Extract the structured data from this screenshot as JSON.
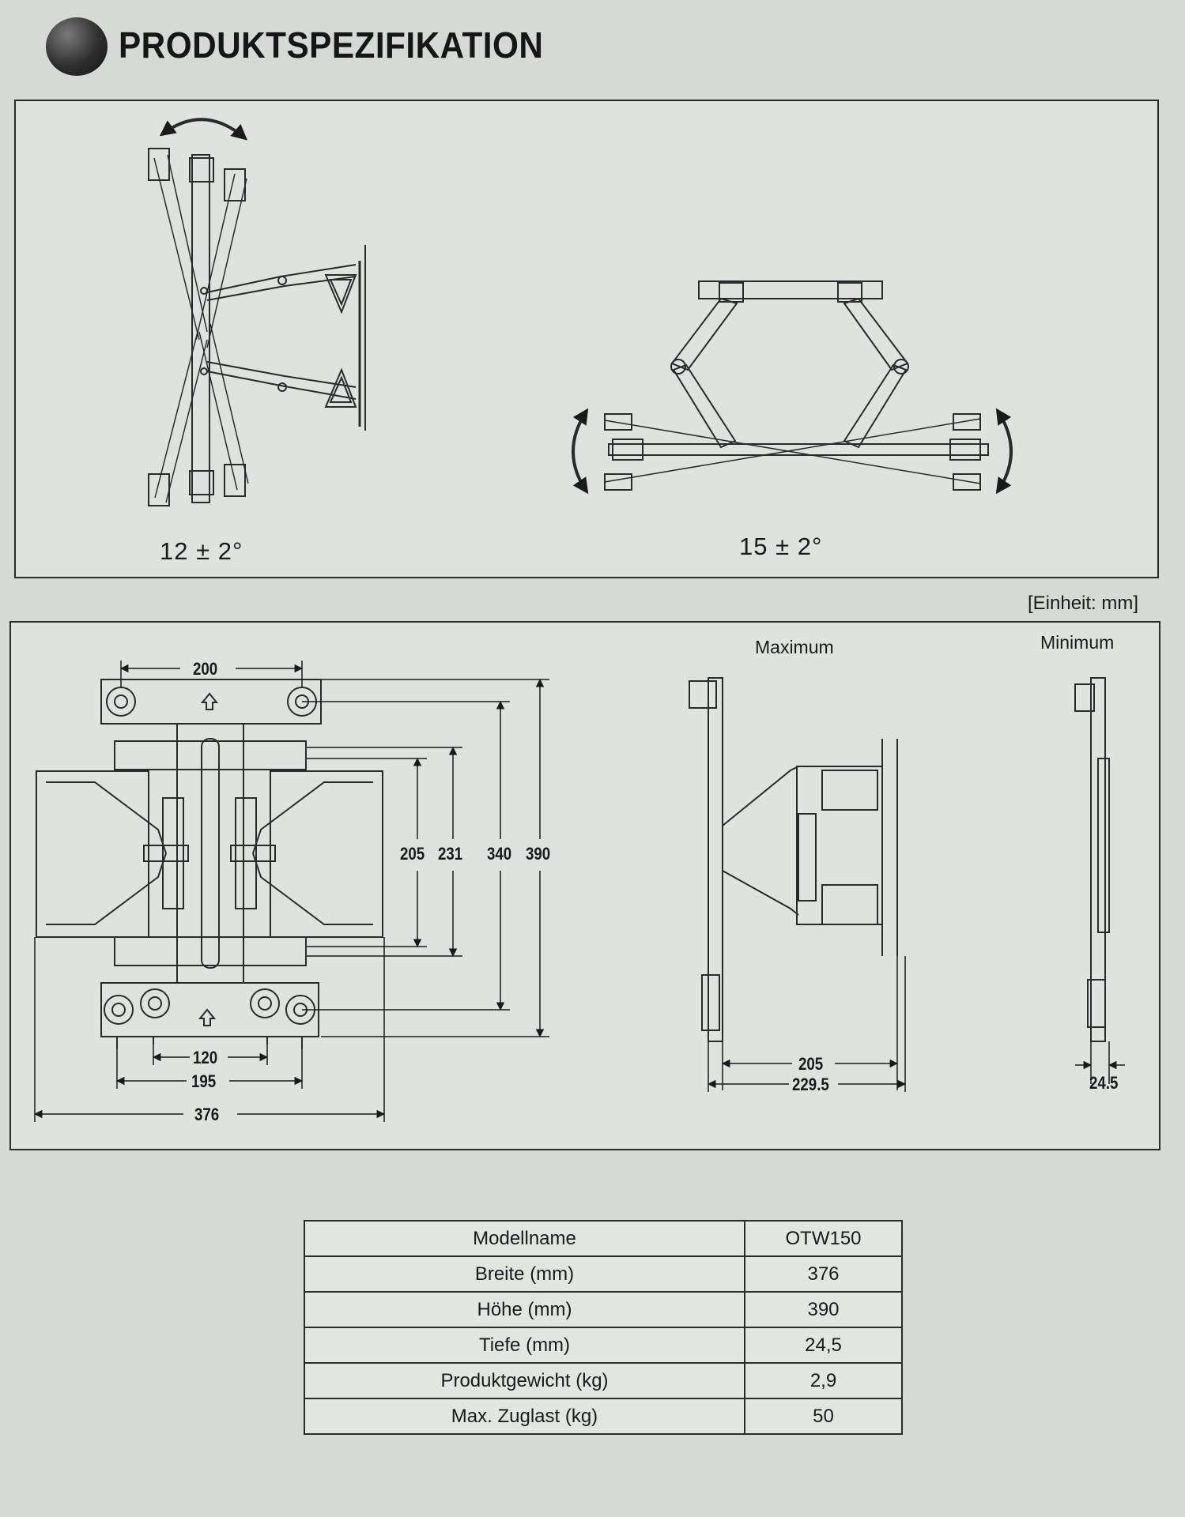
{
  "header": {
    "title": "PRODUKTSPEZIFIKATION"
  },
  "tilt": {
    "vertical_label": "12 ± 2°",
    "horizontal_label": "15 ± 2°"
  },
  "unit_note": "[Einheit: mm]",
  "front_view": {
    "dimensions": {
      "top_width": "200",
      "h1": "205",
      "h2": "231",
      "h3": "340",
      "h4": "390",
      "bottom_inner": "120",
      "bottom_mid": "195",
      "total_width": "376"
    }
  },
  "side_views": {
    "maximum_label": "Maximum",
    "minimum_label": "Minimum",
    "max_depth_inner": "205",
    "max_depth_outer": "229.5",
    "min_depth": "24.5"
  },
  "spec_table": {
    "rows": [
      {
        "key": "Modellname",
        "value": "OTW150"
      },
      {
        "key": "Breite (mm)",
        "value": "376"
      },
      {
        "key": "Höhe (mm)",
        "value": "390"
      },
      {
        "key": "Tiefe (mm)",
        "value": "24,5"
      },
      {
        "key": "Produktgewicht (kg)",
        "value": "2,9"
      },
      {
        "key": "Max. Zuglast (kg)",
        "value": "50"
      }
    ]
  }
}
